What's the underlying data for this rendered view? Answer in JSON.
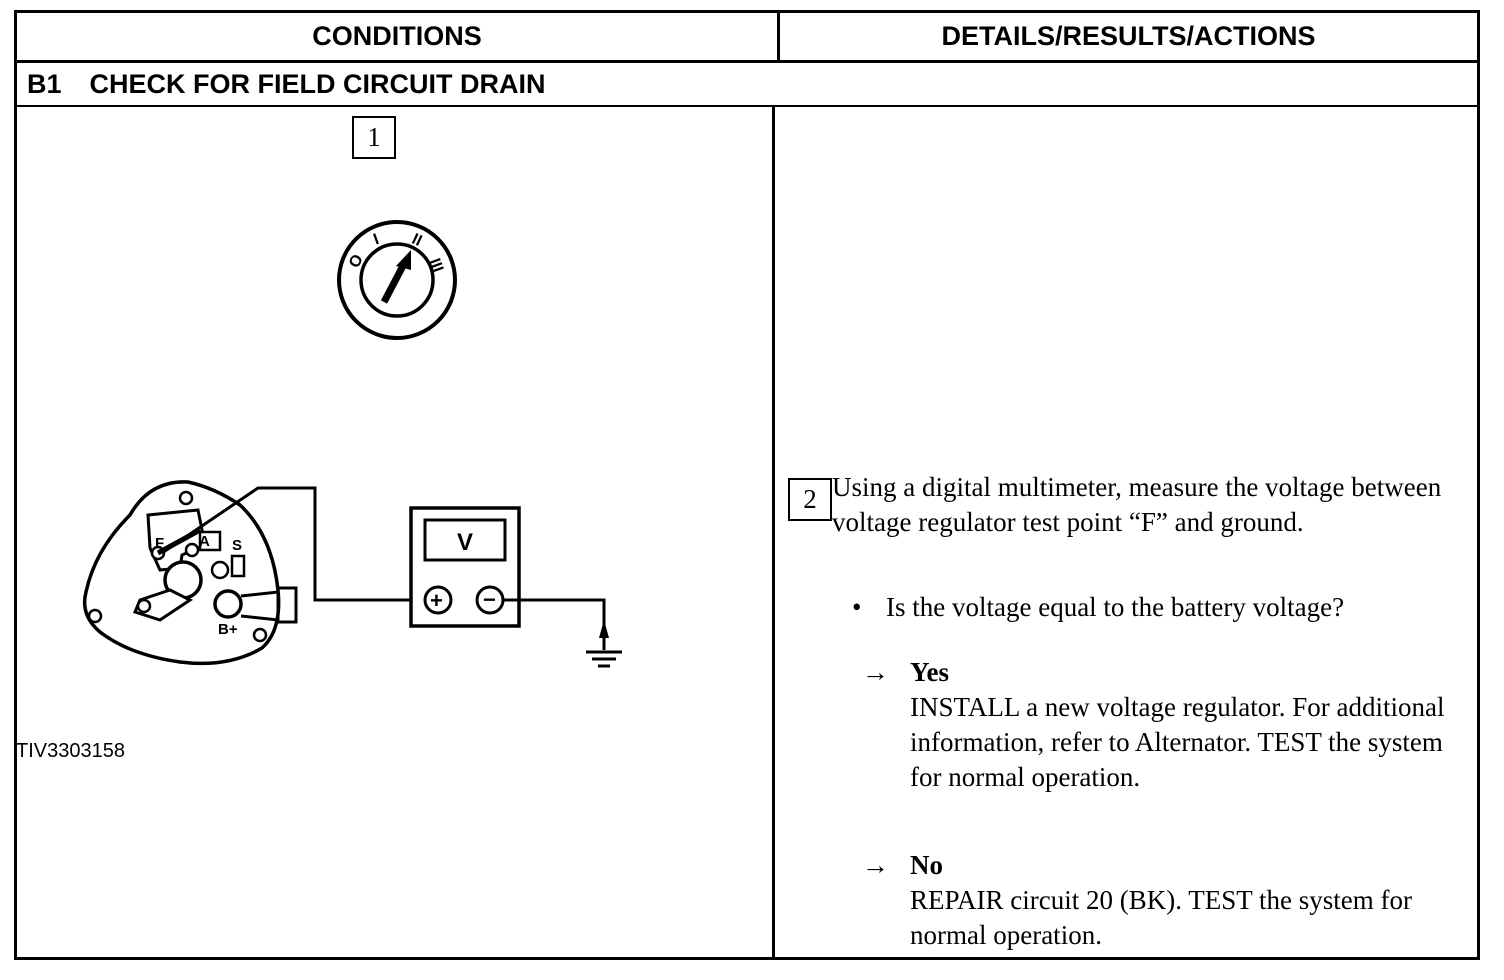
{
  "table": {
    "header_conditions": "CONDITIONS",
    "header_details": "DETAILS/RESULTS/ACTIONS",
    "section_code": "B1",
    "section_title": "CHECK FOR FIELD CIRCUIT DRAIN"
  },
  "steps": [
    {
      "number": "1"
    },
    {
      "number": "2",
      "instruction": "Using a digital multimeter, measure the voltage between voltage regulator test point “F” and ground.",
      "question": "Is the voltage equal to the battery voltage?",
      "responses": [
        {
          "arrow": "→",
          "answer": "Yes",
          "action": "INSTALL a new voltage regulator. For additional information, refer to Alternator. TEST the system for normal operation."
        },
        {
          "arrow": "→",
          "answer": "No",
          "action": "REPAIR circuit 20 (BK). TEST the system for normal operation."
        }
      ]
    }
  ],
  "figure": {
    "id": "TIV3303158",
    "ignition_labels": [
      "O",
      "I",
      "II",
      "III"
    ],
    "terminal_labels": [
      "F",
      "A",
      "S",
      "B+"
    ],
    "meter_display": "V",
    "meter_plus": "+",
    "meter_minus": "−"
  }
}
